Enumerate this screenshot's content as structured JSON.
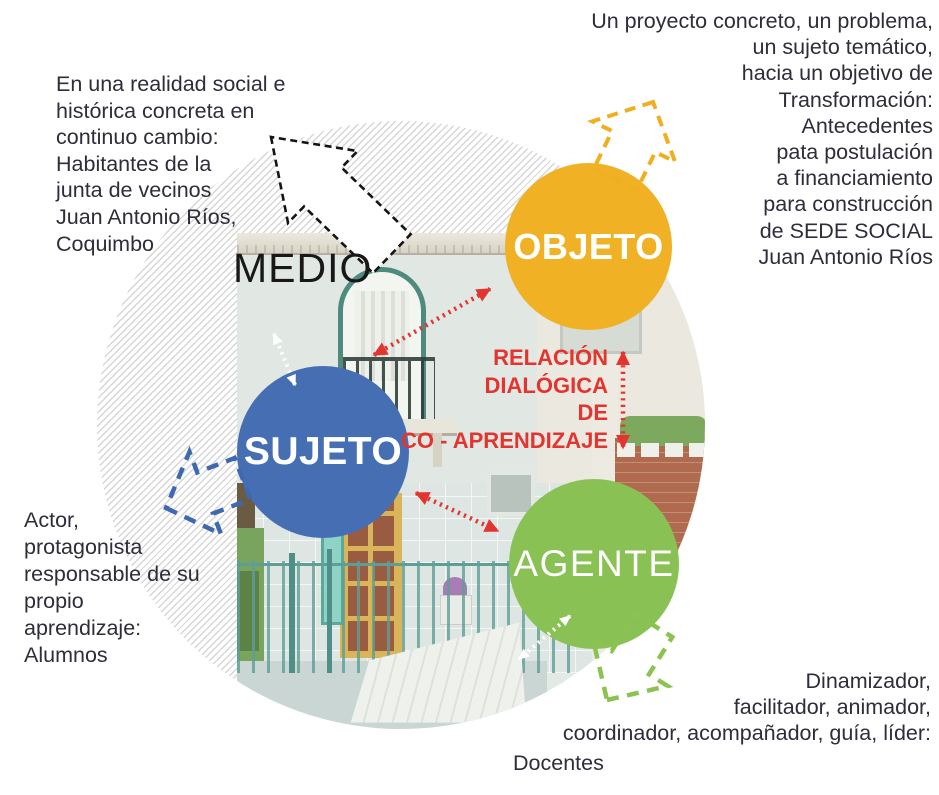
{
  "diagram": {
    "medio_label": "MEDIO",
    "circles": {
      "sujeto": {
        "label": "SUJETO",
        "color": "#466fb3"
      },
      "objeto": {
        "label": "OBJETO",
        "color": "#f0b125"
      },
      "agente": {
        "label": "AGENTE",
        "color": "#8ac155"
      }
    },
    "relation_label": "RELACIÓN\nDIALÓGICA\nDE\nCO - APRENDIZAJE",
    "relation_color": "#e23530",
    "annotations": {
      "medio_text": "En una realidad social e\nhistórica concreta en\ncontinuo cambio:\nHabitantes de la\njunta de vecinos\nJuan Antonio Ríos,\nCoquimbo",
      "objeto_text": "Un proyecto concreto, un problema,\nun sujeto temático,\nhacia un objetivo de\nTransformación:\nAntecedentes\npata postulación\na financiamiento\npara construcción\nde SEDE SOCIAL\nJuan Antonio Ríos",
      "sujeto_text": "Actor,\nprotagonista\nresponsable de su\npropio\naprendizaje:\nAlumnos",
      "agente_text": "Dinamizador,\nfacilitador, animador,\ncoordinador, acompañador, guía, líder:",
      "agente_text_last": "Docentes"
    },
    "arrows": {
      "medio_block_arrow": {
        "style": "dashed-outline-block-arrow",
        "direction": "up-left",
        "stroke": "#141414",
        "fill": "#ffffff"
      },
      "objeto_block_arrow": {
        "style": "dashed-outline-block-arrow",
        "direction": "up-right",
        "stroke": "#efaf1e"
      },
      "sujeto_block_arrow": {
        "style": "dashed-outline-block-arrow",
        "direction": "down-left",
        "stroke": "#3e69b0"
      },
      "agente_block_arrow": {
        "style": "dashed-outline-block-arrow",
        "direction": "down-left",
        "stroke": "#8bc353"
      },
      "relation_dotted_arrows_color": "#e23530",
      "white_dotted_arrows_color": "#ffffff"
    }
  }
}
